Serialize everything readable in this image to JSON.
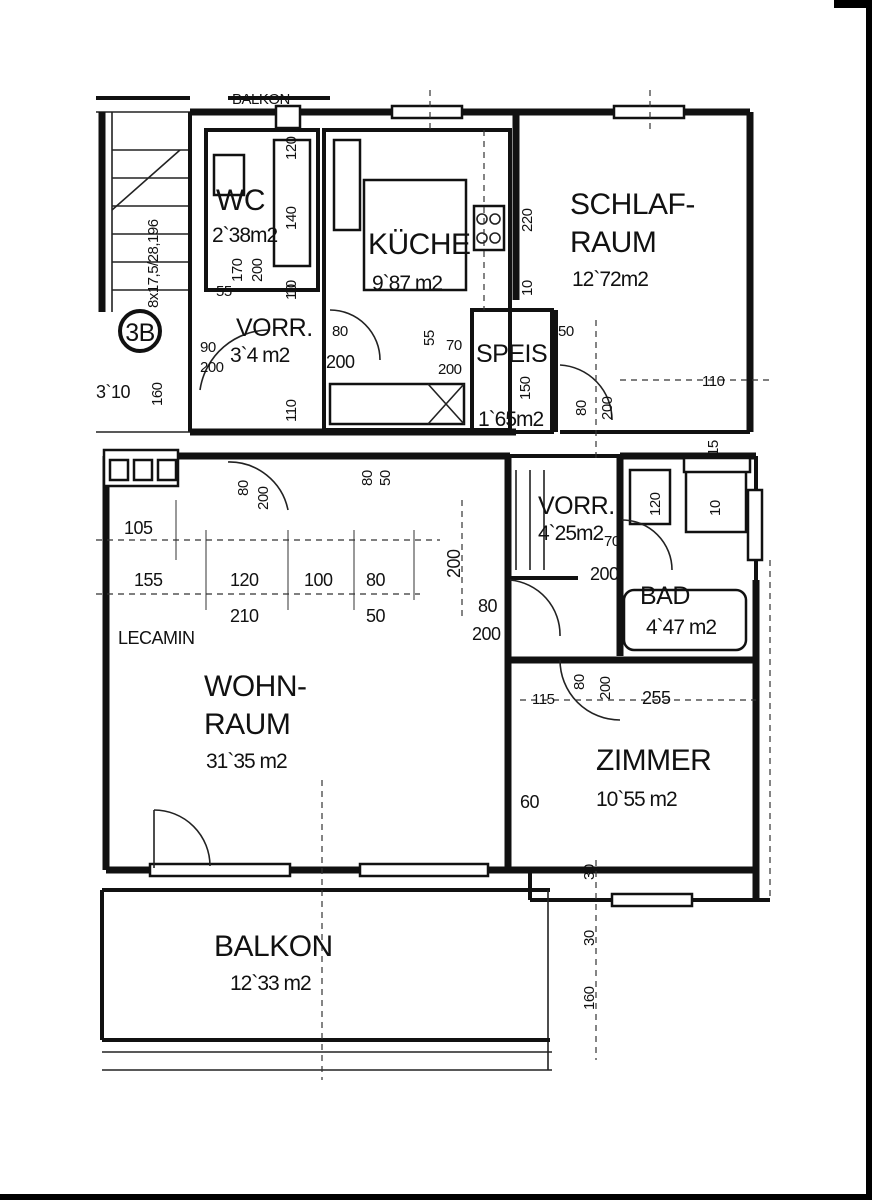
{
  "colors": {
    "ink": "#111111",
    "paper": "#ffffff",
    "frame": "#000000"
  },
  "labels": {
    "top_cut": "BALKON",
    "stair_tag": "3B",
    "stair_note": "8x17,5/28,196",
    "side_dim": "3`10",
    "lecamin": "LECAMIN",
    "speis_dim_120": "120"
  },
  "rooms": {
    "wc": {
      "name": "WC",
      "area": "2`38m2"
    },
    "kueche": {
      "name": "KÜCHE",
      "area": "9`87 m2"
    },
    "schlaf": {
      "name_line1": "SCHLAF-",
      "name_line2": "RAUM",
      "area": "12`72m2"
    },
    "vorr1": {
      "name": "VORR.",
      "area": "3`4 m2"
    },
    "speis": {
      "name": "SPEIS",
      "area": "1`65m2"
    },
    "vorr2": {
      "name": "VORR.",
      "area": "4`25m2"
    },
    "bad": {
      "name": "BAD",
      "area": "4`47 m2"
    },
    "wohn": {
      "name_line1": "WOHN-",
      "name_line2": "RAUM",
      "area": "31`35 m2"
    },
    "zimmer": {
      "name": "ZIMMER",
      "area": "10`55 m2"
    },
    "balkon": {
      "name": "BALKON",
      "area": "12`33 m2"
    }
  },
  "dimensions": {
    "wc_a": "55",
    "wc_b": "170",
    "wc_c": "200",
    "wc_d": "140",
    "wc_e": "10",
    "wc_f": "120",
    "vorr1_a": "90",
    "vorr1_b": "200",
    "vorr1_c": "80",
    "vorr1_d": "200",
    "vorr1_e": "110",
    "vorr1_f": "10",
    "vorr1_g": "160",
    "kue_a": "55",
    "kue_b": "70",
    "kue_c": "200",
    "kue_d": "220",
    "kue_e": "10",
    "speis_a": "150",
    "speis_b": "50",
    "schlaf_a": "80",
    "schlaf_b": "200",
    "schlaf_c": "110",
    "wohn_a": "105",
    "wohn_b": "155",
    "wohn_c": "120",
    "wohn_d": "100",
    "wohn_e": "80",
    "wohn_f": "210",
    "wohn_g": "50",
    "wohn_h": "200",
    "door_a": "80",
    "door_b": "200",
    "door_c": "80",
    "door_d": "50",
    "vorr2_a": "70",
    "vorr2_b": "200",
    "vorr2_c": "80",
    "vorr2_d": "200",
    "bad_a": "10",
    "bad_b": "15",
    "zim_a": "115",
    "zim_b": "80",
    "zim_c": "200",
    "zim_d": "255",
    "zim_e": "60",
    "zim_f": "30",
    "bal_a": "30",
    "bal_b": "160"
  }
}
